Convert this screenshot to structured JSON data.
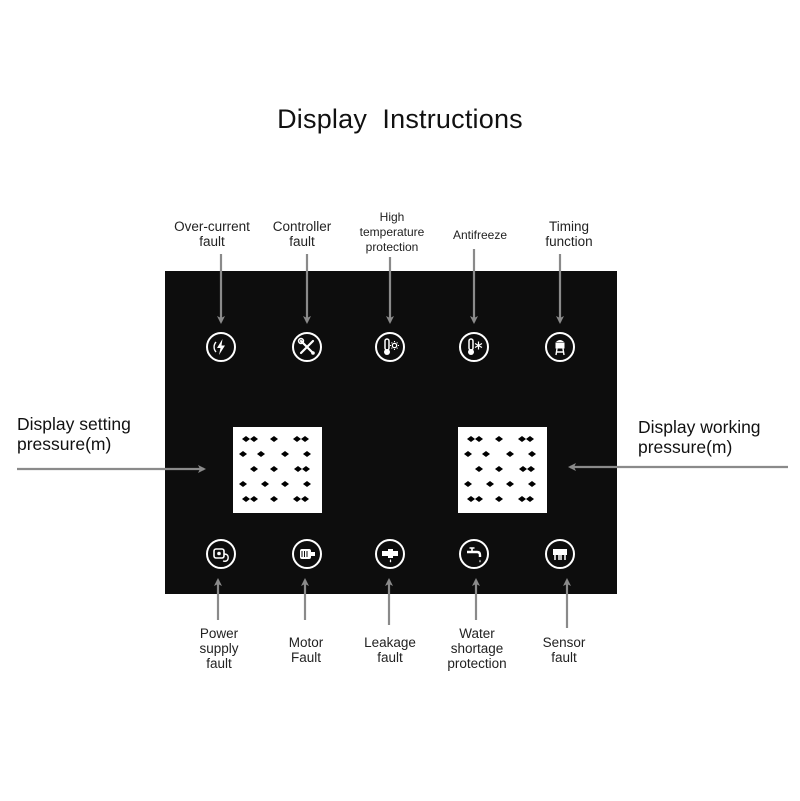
{
  "title": "Display  Instructions",
  "top_labels": [
    {
      "text": "Over-current\nfault",
      "icon": "lightning-icon"
    },
    {
      "text": "Controller\nfault",
      "icon": "wrench-screwdriver-icon"
    },
    {
      "text": "High\ntemperature\nprotection",
      "icon": "thermometer-sun-icon"
    },
    {
      "text": "Antifreeze",
      "icon": "thermometer-snowflake-icon"
    },
    {
      "text": "Timing\nfunction",
      "icon": "water-tower-icon"
    }
  ],
  "bottom_labels": [
    {
      "text": "Power\nsupply\nfault",
      "icon": "power-plug-icon"
    },
    {
      "text": "Motor\nFault",
      "icon": "motor-icon"
    },
    {
      "text": "Leakage\nfault",
      "icon": "pipe-leak-icon"
    },
    {
      "text": "Water\nshortage\nprotection",
      "icon": "faucet-icon"
    },
    {
      "text": "Sensor\nfault",
      "icon": "sensor-icon"
    }
  ],
  "left_label": "Display setting\npressure(m)",
  "right_label": "Display working\npressure(m)",
  "colors": {
    "panel": "#0d0d0d",
    "arrow": "#8a8a8a",
    "icon": "#ffffff",
    "text": "#111111"
  }
}
